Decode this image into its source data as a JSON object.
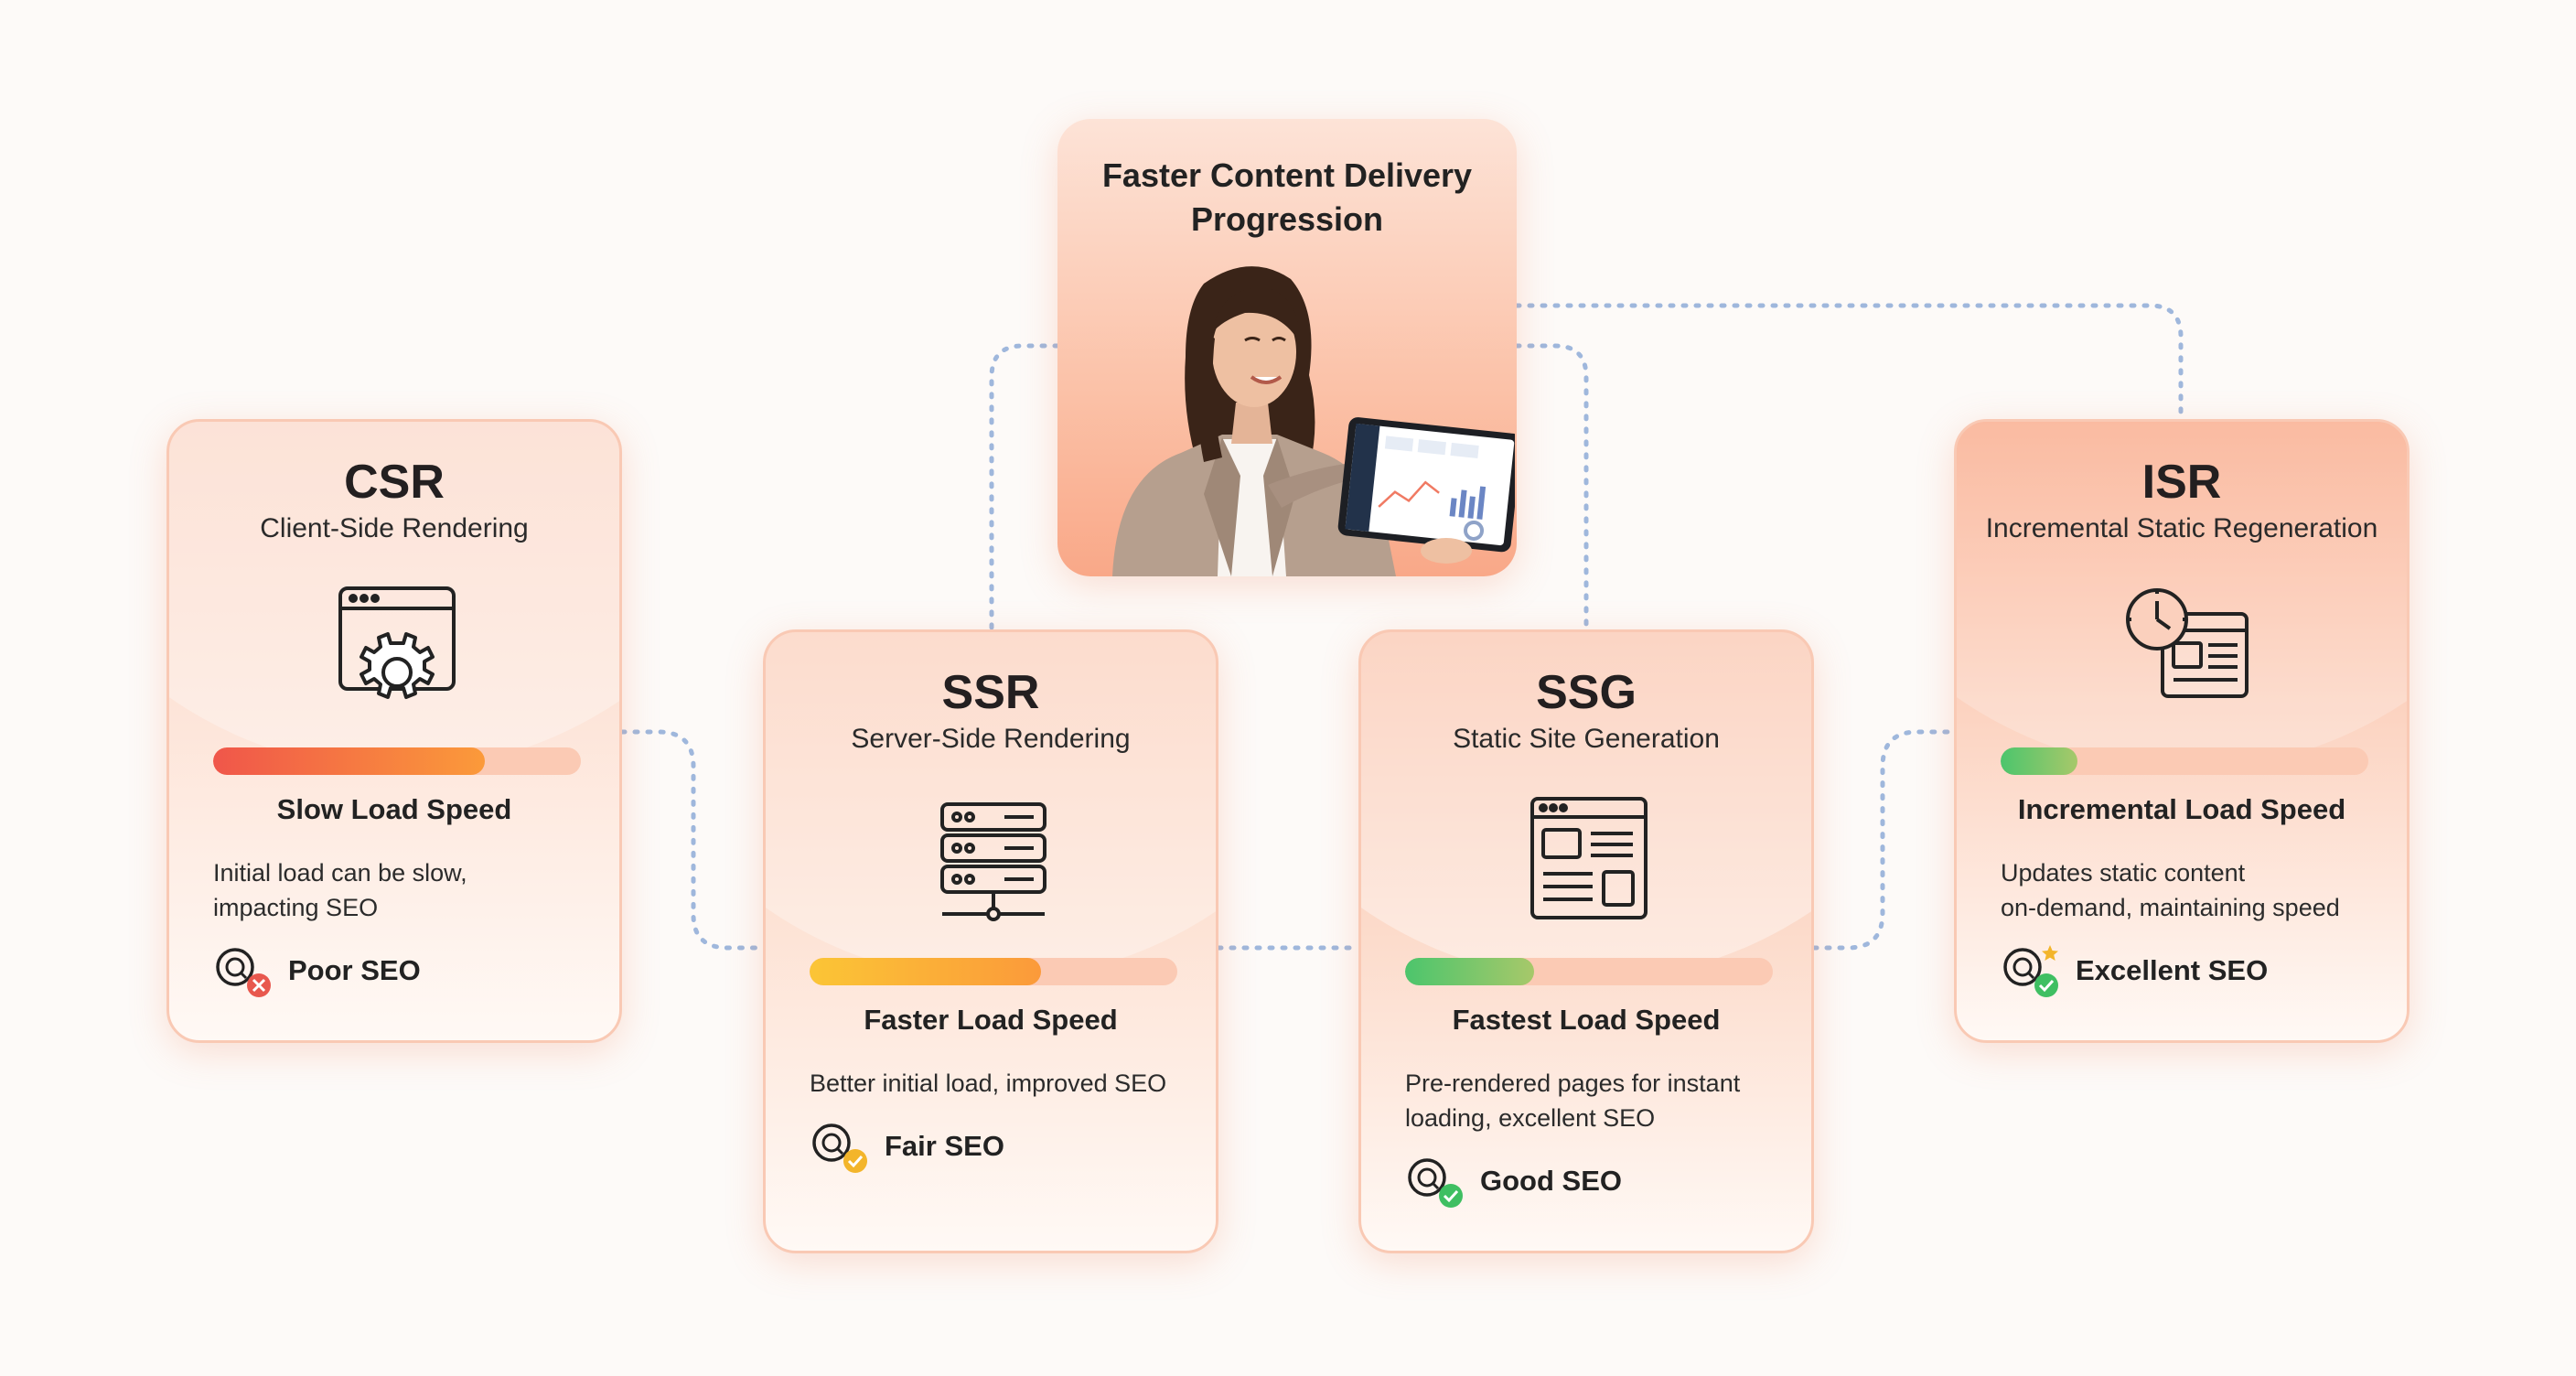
{
  "hero": {
    "title_line1": "Faster Content Delivery",
    "title_line2": "Progression",
    "photo": "woman-presenting-tablet-dashboard"
  },
  "connector_color": "#9fb7dc",
  "cards": [
    {
      "abbr": "CSR",
      "full": "Client-Side Rendering",
      "icon": "browser-gear-icon",
      "speed_label": "Slow Load Speed",
      "speed_fill": 0.74,
      "bar_colors": [
        "#f0564a",
        "#fb9a3a"
      ],
      "desc_line1": "Initial load can be slow,",
      "desc_line2": "impacting SEO",
      "seo_label": "Poor SEO",
      "seo_status": "x",
      "seo_color": "#e8584e"
    },
    {
      "abbr": "SSR",
      "full": "Server-Side Rendering",
      "icon": "server-stack-icon",
      "speed_label": "Faster Load Speed",
      "speed_fill": 0.63,
      "bar_colors": [
        "#fbc536",
        "#fb9a3a"
      ],
      "desc_line1": "Better initial load, improved SEO",
      "desc_line2": "",
      "seo_label": "Fair SEO",
      "seo_status": "check",
      "seo_color": "#f3b52b"
    },
    {
      "abbr": "SSG",
      "full": "Static Site Generation",
      "icon": "static-webpage-icon",
      "speed_label": "Fastest Load Speed",
      "speed_fill": 0.35,
      "bar_colors": [
        "#4cc56c",
        "#a7c86a"
      ],
      "desc_line1": "Pre-rendered pages for instant",
      "desc_line2": "loading, excellent SEO",
      "seo_label": "Good SEO",
      "seo_status": "check",
      "seo_color": "#3fbf62"
    },
    {
      "abbr": "ISR",
      "full": "Incremental Static Regeneration",
      "icon": "clock-document-icon",
      "speed_label": "Incremental Load Speed",
      "speed_fill": 0.21,
      "bar_colors": [
        "#4cc56c",
        "#a7c86a"
      ],
      "desc_line1": "Updates static content",
      "desc_line2": "on-demand, maintaining speed",
      "seo_label": "Excellent SEO",
      "seo_status": "check-star",
      "seo_color": "#3fbf62"
    }
  ]
}
